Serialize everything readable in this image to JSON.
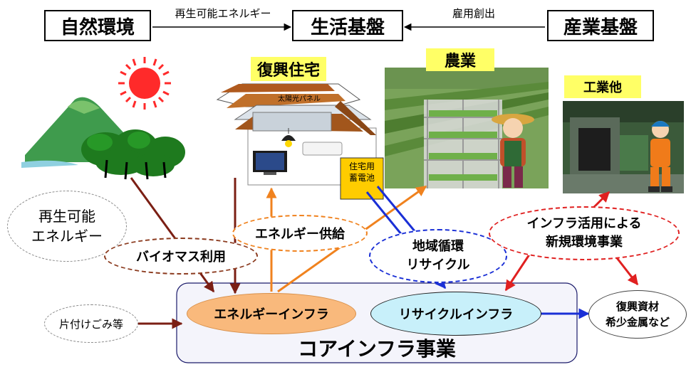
{
  "top": {
    "natural": "自然環境",
    "living": "生活基盤",
    "industry": "産業基盤",
    "arrow_left_label": "再生可能エネルギー",
    "arrow_right_label": "雇用創出"
  },
  "labels": {
    "housing": "復興住宅",
    "agriculture": "農業",
    "industrial": "工業他",
    "solar_panel": "太陽光パネル",
    "battery_line1": "住宅用",
    "battery_line2": "蓄電池"
  },
  "ovals": {
    "renewable_line1": "再生可能",
    "renewable_line2": "エネルギー",
    "biomass": "バイオマス利用",
    "energy_supply": "エネルギー供給",
    "regional_line1": "地域循環",
    "regional_line2": "リサイクル",
    "infra_line1": "インフラ活用による",
    "infra_line2": "新規環境事業",
    "cleanup": "片付けごみ等",
    "energy_infra": "エネルギーインフラ",
    "recycle_infra": "リサイクルインフラ",
    "resources_line1": "復興資材",
    "resources_line2": "希少金属など"
  },
  "core": {
    "title": "コアインフラ事業"
  },
  "colors": {
    "brown_arrow": "#7b1f14",
    "orange_arrow": "#f0821e",
    "blue_arrow": "#1a2fd6",
    "red_arrow": "#e02020",
    "energy_fill": "#f9b97c",
    "recycle_fill": "#c8f0fa",
    "label_yellow": "#ffff66",
    "sun": "#ff2a2a"
  }
}
